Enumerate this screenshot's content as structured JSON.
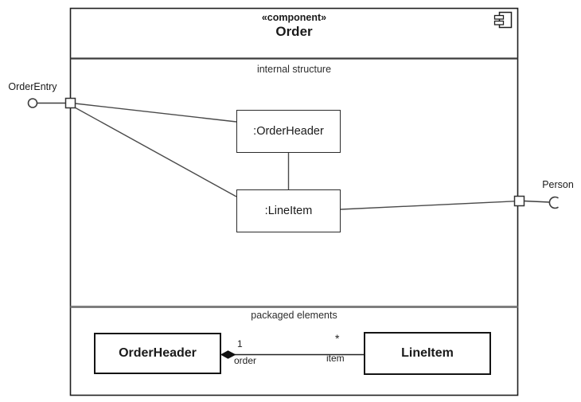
{
  "component": {
    "stereotype": "«component»",
    "name": "Order"
  },
  "sections": {
    "internal_structure": "internal structure",
    "packaged_elements": "packaged elements"
  },
  "interfaces": {
    "provided": {
      "label": "OrderEntry",
      "kind": "provided (lollipop)"
    },
    "required": {
      "label": "Person",
      "kind": "required (socket)"
    }
  },
  "parts": {
    "order_header": ":OrderHeader",
    "line_item": ":LineItem"
  },
  "classes": {
    "order_header": "OrderHeader",
    "line_item": "LineItem"
  },
  "association": {
    "source_multiplicity": "1",
    "source_role": "order",
    "target_multiplicity": "*",
    "target_role": "item",
    "aggregation": "composite (filled diamond at OrderHeader end)"
  },
  "icons": {
    "component": "component-icon",
    "provided_interface": "lollipop-icon",
    "required_interface": "socket-icon",
    "composition": "filled-diamond-icon"
  },
  "colors": {
    "background": "#ffffff",
    "frame_border": "#1f1f1f",
    "wire": "#4a4a4a",
    "separator_dark": "#3c3c3c",
    "separator_gray": "#7e7e7e",
    "text": "#1a1a1a"
  }
}
